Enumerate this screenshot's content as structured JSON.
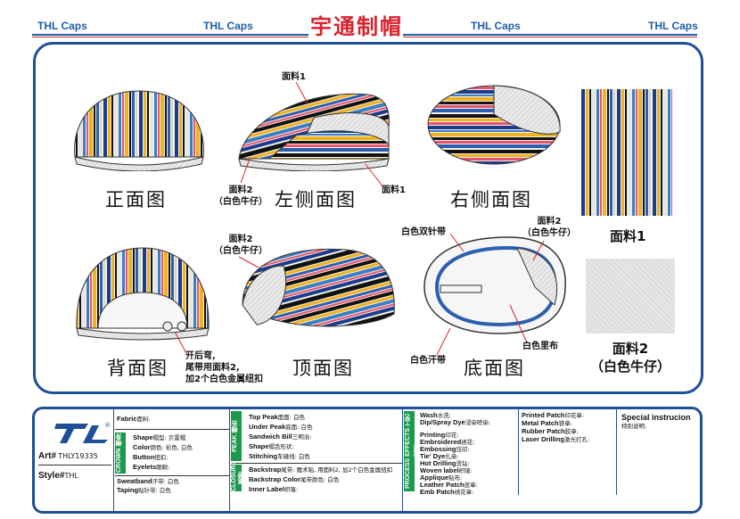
{
  "header": {
    "brand": "THL Caps",
    "title": "宇通制帽"
  },
  "views": {
    "front": "正面图",
    "left": "左侧面图",
    "right": "右侧面图",
    "back": "背面图",
    "top": "顶面图",
    "bottom": "底面图"
  },
  "callouts": {
    "fabric1_top": "面料1",
    "fabric2_left": "面料2\n（白色牛仔）",
    "fabric1_left_bottom": "面料1",
    "fabric2_top": "面料2\n（白色牛仔）",
    "double_needle": "白色双针带",
    "fabric2_bottom": "面料2\n（白色牛仔）",
    "white_sweatband": "白色汗带",
    "white_lining": "白色里布",
    "back_note": "开后弯,\n尾带用面料2,\n加2个白色金属纽扣"
  },
  "swatches": {
    "s1_label": "面料1",
    "s2_label": "面料2\n（白色牛仔）"
  },
  "colors": {
    "brand_blue": "#1f5fa8",
    "title_red": "#d9232d",
    "spec_green": "#1a9a4a"
  },
  "spec": {
    "logo_mark": "TL",
    "art_label": "Art#",
    "art_value": "THLY19335",
    "style_label": "Style#",
    "style_value": "THL",
    "fabric": {
      "label": "Fabric",
      "sub": "面料:"
    },
    "crown_bar": "CROWN 帽身",
    "crown": [
      {
        "label": "Shape",
        "value": "帽型: 贝雷帽"
      },
      {
        "label": "Color",
        "value": "颜色: 彩色, 白色"
      },
      {
        "label": "Button",
        "value": "纽扣:"
      },
      {
        "label": "Eyelets",
        "value": "眼眼:"
      }
    ],
    "sweatband": {
      "label": "Sweatband",
      "value": "汗带: 白色"
    },
    "taping": {
      "label": "Taping",
      "value": "贴针带: 白色"
    },
    "peak_bar": "PEAK 帽舌",
    "peak": [
      {
        "label": "Top Peak",
        "value": "面面: 白色"
      },
      {
        "label": "Under Peak",
        "value": "底面: 白色"
      },
      {
        "label": "Sandwich Bill",
        "value": "三明治:"
      },
      {
        "label": "Shape",
        "value": "帽舌形状:"
      },
      {
        "label": "Stitching",
        "value": "车缝线: 白色"
      }
    ],
    "closure_bar": "CLOSURE 尾带",
    "closure": [
      {
        "label": "Backstrap",
        "value": "尾带: 魔术贴, 用面料2, 加2个白色金属纽扣"
      },
      {
        "label": "Backstrap Color",
        "value": "尾带颜色: 白色"
      },
      {
        "label": "Inner Label",
        "value": "织唛:"
      }
    ],
    "process_bar": "PROCESS EFFECTS 工艺效果",
    "process": [
      {
        "label": "Wash",
        "value": "水洗:"
      },
      {
        "label": "Dip/Spray Dye",
        "value": "浸染喷染:"
      },
      {
        "label": "Printing",
        "value": "印花:"
      },
      {
        "label": "Embroidered",
        "value": "绣花:"
      },
      {
        "label": "Embossing",
        "value": "压印:"
      },
      {
        "label": "Tie' Dye",
        "value": "扎染:"
      },
      {
        "label": "Hot Drilling",
        "value": "烫钻:"
      },
      {
        "label": "Woven label",
        "value": "织唛:"
      },
      {
        "label": "Applique",
        "value": "贴布:"
      },
      {
        "label": "Leather Patch",
        "value": "皮章:"
      },
      {
        "label": "Emb Patch",
        "value": "绣花章:"
      }
    ],
    "patches": [
      {
        "label": "Printed Patch",
        "value": "印花章:"
      },
      {
        "label": "Metal Patch",
        "value": "铁章:"
      },
      {
        "label": "Rubber Patch",
        "value": "胶章:"
      },
      {
        "label": "Laser Drilling",
        "value": "激光打孔:"
      }
    ],
    "special": {
      "label": "Special instrucion",
      "sub": "特别说明:"
    }
  }
}
